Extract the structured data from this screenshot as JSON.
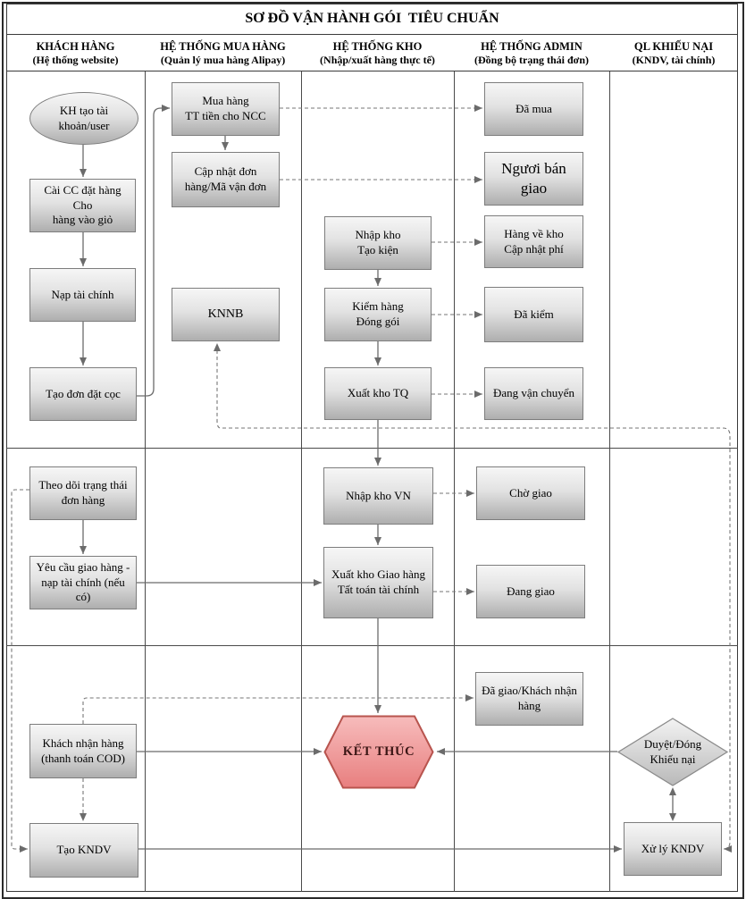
{
  "title": "SƠ ĐỒ VẬN HÀNH GÓI  TIÊU CHUẨN",
  "lanes": [
    {
      "name": "KHÁCH HÀNG",
      "subtitle": "(Hệ thống website)"
    },
    {
      "name": "HỆ THỐNG MUA HÀNG",
      "subtitle": "(Quản lý mua hàng Alipay)"
    },
    {
      "name": "HỆ THỐNG KHO",
      "subtitle": "(Nhập/xuất hàng thực tế)"
    },
    {
      "name": "HỆ THỐNG ADMIN",
      "subtitle": "(Đồng bộ trạng thái đơn)"
    },
    {
      "name": "QL KHIẾU NẠI",
      "subtitle": "(KNDV, tài chính)"
    }
  ],
  "nodes": {
    "kh_tao_tai_khoan": "KH tạo tài khoản/user",
    "cai_cc": "Cài CC đặt hàng Cho\nhàng vào giỏ",
    "nap_tai_chinh": "Nạp tài chính",
    "tao_don_dat_coc": "Tạo đơn đặt cọc",
    "theo_doi": "Theo dõi trạng thái\nđơn hàng",
    "yeu_cau_giao_hang": "Yêu cầu giao hàng -\nnạp tài chính (nếu có)",
    "khach_nhan_hang": "Khách nhận hàng\n(thanh toán COD)",
    "tao_kndv": "Tạo KNDV",
    "mua_hang": "Mua hàng\nTT tiền cho NCC",
    "cap_nhat_don": "Cập nhật đơn\nhàng/Mã vận đơn",
    "knnb": "KNNB",
    "nhap_kho_tao_kien": "Nhập kho\nTạo kiện",
    "kiem_hang": "Kiểm hàng\nĐóng gói",
    "xuat_kho_tq": "Xuất kho TQ",
    "nhap_kho_vn": "Nhập kho VN",
    "xuat_kho_giao_hang": "Xuất kho Giao hàng\nTất toán tài chính",
    "ket_thuc": "KẾT THÚC",
    "da_mua": "Đã mua",
    "nguoi_ban_giao": "Ngươi bán giao",
    "hang_ve_kho": "Hàng về kho\nCập nhật phí",
    "da_kiem": "Đã kiểm",
    "dang_van_chuyen": "Đang vận chuyển",
    "cho_giao": "Chờ giao",
    "dang_giao": "Đang giao",
    "da_giao": "Đã giao/Khách nhận\nhàng",
    "duyet_dong": "Duyệt/Đóng\nKhiếu nại",
    "xu_ly_kndv": "Xử lý KNDV"
  },
  "colors": {
    "box_gradient_top": "#f6f6f6",
    "box_gradient_bottom": "#aeaeae",
    "box_border": "#7d7d7d",
    "connector": "#6b6b6b",
    "lane_line": "#4a4a4a",
    "end_fill_top": "#f7bcbc",
    "end_fill_bottom": "#e87f7f",
    "end_border": "#b8544e",
    "end_text": "#3a1514"
  },
  "edges": [
    {
      "from": "kh_tao_tai_khoan",
      "to": "cai_cc",
      "style": "solid"
    },
    {
      "from": "cai_cc",
      "to": "nap_tai_chinh",
      "style": "solid"
    },
    {
      "from": "nap_tai_chinh",
      "to": "tao_don_dat_coc",
      "style": "solid"
    },
    {
      "from": "tao_don_dat_coc",
      "to": "mua_hang",
      "style": "solid"
    },
    {
      "from": "mua_hang",
      "to": "cap_nhat_don",
      "style": "solid"
    },
    {
      "from": "mua_hang",
      "to": "da_mua",
      "style": "dashed"
    },
    {
      "from": "cap_nhat_don",
      "to": "nguoi_ban_giao",
      "style": "dashed"
    },
    {
      "from": "nhap_kho_tao_kien",
      "to": "kiem_hang",
      "style": "solid"
    },
    {
      "from": "nhap_kho_tao_kien",
      "to": "hang_ve_kho",
      "style": "dashed"
    },
    {
      "from": "kiem_hang",
      "to": "xuat_kho_tq",
      "style": "solid"
    },
    {
      "from": "kiem_hang",
      "to": "da_kiem",
      "style": "dashed"
    },
    {
      "from": "xuat_kho_tq",
      "to": "dang_van_chuyen",
      "style": "dashed"
    },
    {
      "from": "xuat_kho_tq",
      "to": "nhap_kho_vn",
      "style": "solid"
    },
    {
      "from": "nhap_kho_vn",
      "to": "cho_giao",
      "style": "dashed"
    },
    {
      "from": "nhap_kho_vn",
      "to": "xuat_kho_giao_hang",
      "style": "solid"
    },
    {
      "from": "theo_doi",
      "to": "yeu_cau_giao_hang",
      "style": "solid"
    },
    {
      "from": "theo_doi",
      "to": "tao_kndv",
      "style": "dashed"
    },
    {
      "from": "yeu_cau_giao_hang",
      "to": "xuat_kho_giao_hang",
      "style": "solid"
    },
    {
      "from": "xuat_kho_giao_hang",
      "to": "dang_giao",
      "style": "dashed"
    },
    {
      "from": "xuat_kho_giao_hang",
      "to": "ket_thuc",
      "style": "solid"
    },
    {
      "from": "khach_nhan_hang",
      "to": "da_giao",
      "style": "dashed"
    },
    {
      "from": "khach_nhan_hang",
      "to": "tao_kndv",
      "style": "dashed"
    },
    {
      "from": "khach_nhan_hang",
      "to": "ket_thuc",
      "style": "solid"
    },
    {
      "from": "duyet_dong",
      "to": "ket_thuc",
      "style": "solid"
    },
    {
      "from": "duyet_dong",
      "to": "xu_ly_kndv",
      "style": "solid",
      "bidirectional": true
    },
    {
      "from": "tao_kndv",
      "to": "xu_ly_kndv",
      "style": "solid"
    },
    {
      "from": "xu_ly_kndv",
      "to": "knnb",
      "style": "dashed",
      "bidirectional": true
    }
  ]
}
